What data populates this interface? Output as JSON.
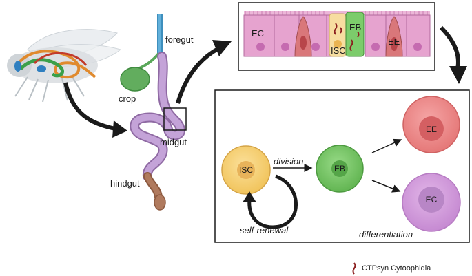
{
  "gut_labels": {
    "foregut": "foregut",
    "crop": "crop",
    "midgut": "midgut",
    "hindgut": "hindgut"
  },
  "epithelium_labels": {
    "ec": "EC",
    "isc": "ISC",
    "eb": "EB",
    "ee": "EE"
  },
  "lineage": {
    "isc": "ISC",
    "eb": "EB",
    "ee": "EE",
    "ec": "EC",
    "division": "division",
    "self_renewal": "self-renewal",
    "differentiation": "differentiation"
  },
  "legend": {
    "label": "CTPsyn Cytoophidia"
  },
  "colors": {
    "ec_cell": "#e6a3cf",
    "ee_cell": "#d9777a",
    "isc_cell": "#f7cf6e",
    "eb_cell": "#7ccc6b",
    "ec_nucleus": "#c56bb0",
    "cytoophidia": "#8b1f1f",
    "gut": "#c09ad2",
    "foregut": "#4a9cc7",
    "crop": "#5aa85a",
    "hindgut": "#b07a5e"
  }
}
